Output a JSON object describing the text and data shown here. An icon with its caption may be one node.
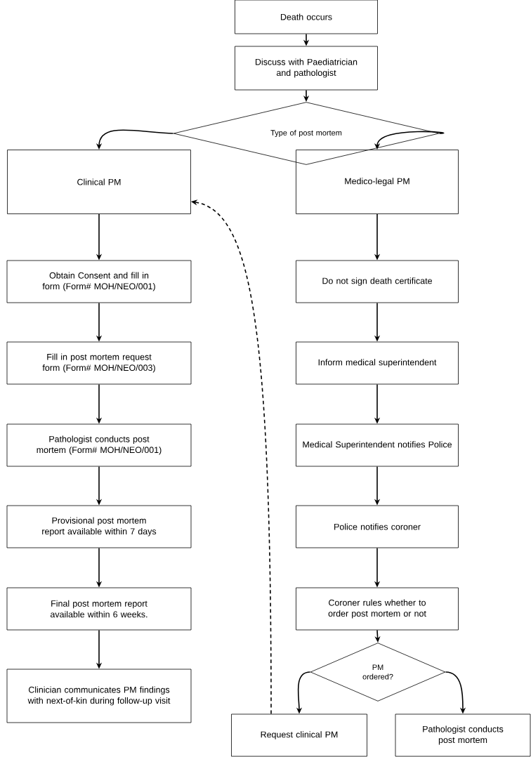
{
  "diagram": {
    "nodes": [
      {
        "text": [
          "Death occurs"
        ]
      },
      {
        "text": [
          "Discuss with Paediatrician and pathologist"
        ]
      },
      {
        "text": [
          "Type of post mortem"
        ]
      },
      {
        "text": [
          "Clinical PM"
        ]
      },
      {
        "text": [
          "Medico-legal PM"
        ]
      },
      {
        "text": [
          "Obtain Consent and fill in form (Form# MOH/NEO/001)"
        ]
      },
      {
        "text": [
          "Fill in post mortem request form (Form# MOH/NEO/003)"
        ]
      },
      {
        "text": [
          "Pathologist conducts post mortem (Form# MOH/NEO/001)"
        ]
      },
      {
        "text": [
          "Provisional post mortem report available within 7 days"
        ]
      },
      {
        "text": [
          "Final post mortem report available within 6 weeks."
        ]
      },
      {
        "text": [
          "Clinician communicates PM findings with next-of-kin during follow-up visit"
        ]
      },
      {
        "text": [
          "Do not sign death certificate"
        ]
      },
      {
        "text": [
          "Inform medical superintendent"
        ]
      },
      {
        "text": [
          "Medical Superintendent notifies Police"
        ]
      },
      {
        "text": [
          "Police notifies coroner"
        ]
      },
      {
        "text": [
          "Coroner rules whether to order post mortem or not"
        ]
      },
      {
        "text": [
          "PM ordered?"
        ]
      },
      {
        "text": [
          "Request clinical PM"
        ]
      },
      {
        "text": [
          "Pathologist conducts post mortem"
        ]
      }
    ],
    "edges": [
      {
        "from": 0,
        "to": 1,
        "arrow": "to"
      },
      {
        "from": 1,
        "to": 2,
        "arrow": "to"
      },
      {
        "from": 2,
        "to": 3,
        "arrow": "to"
      },
      {
        "from": 2,
        "to": 4,
        "arrow": "to"
      },
      {
        "from": 3,
        "to": 5,
        "arrow": "to"
      },
      {
        "from": 5,
        "to": 6,
        "arrow": "to"
      },
      {
        "from": 6,
        "to": 7,
        "arrow": "to"
      },
      {
        "from": 7,
        "to": 8,
        "arrow": "to"
      },
      {
        "from": 8,
        "to": 9,
        "arrow": "to"
      },
      {
        "from": 9,
        "to": 10,
        "arrow": "to"
      },
      {
        "from": 4,
        "to": 11,
        "arrow": "to"
      },
      {
        "from": 11,
        "to": 12,
        "arrow": "to"
      },
      {
        "from": 12,
        "to": 13,
        "arrow": "to"
      },
      {
        "from": 13,
        "to": 14,
        "arrow": "to"
      },
      {
        "from": 14,
        "to": 15,
        "arrow": "to"
      },
      {
        "from": 15,
        "to": 16,
        "arrow": "to"
      },
      {
        "from": 16,
        "to": 17,
        "arrow": "to"
      },
      {
        "from": 16,
        "to": 18,
        "arrow": "to"
      },
      {
        "from": 17,
        "to": 3,
        "arrow": "to",
        "style": "dashed"
      }
    ]
  }
}
